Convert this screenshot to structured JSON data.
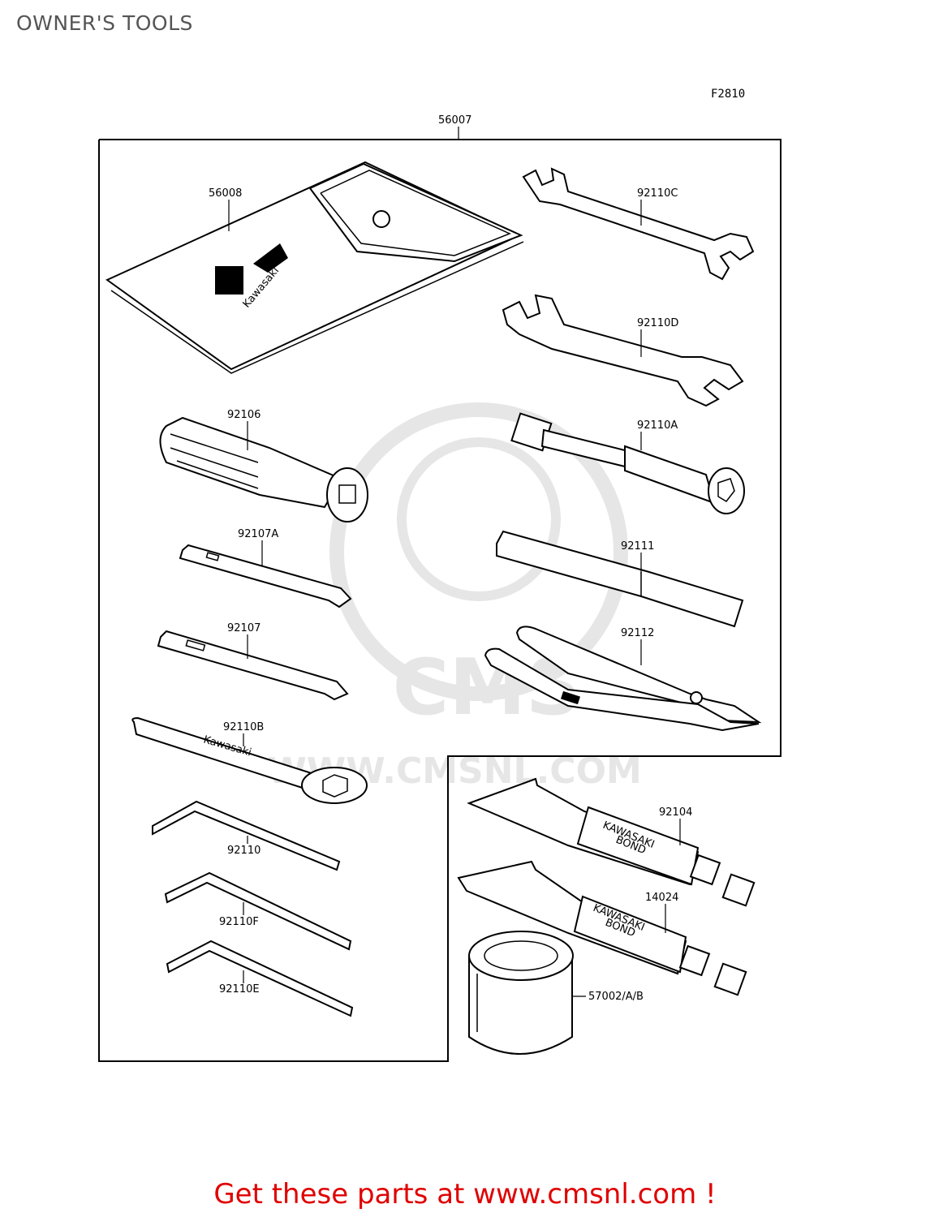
{
  "header": {
    "title": "OWNER'S TOOLS"
  },
  "diagram": {
    "figure_code": "F2810",
    "kit_ref": "56007",
    "parts": {
      "p56008": "56008",
      "p92110C": "92110C",
      "p92110D": "92110D",
      "p92106": "92106",
      "p92110A": "92110A",
      "p92107A": "92107A",
      "p92111": "92111",
      "p92107": "92107",
      "p92112": "92112",
      "p92110B": "92110B",
      "p92104": "92104",
      "p92110": "92110",
      "p14024": "14024",
      "p92110F": "92110F",
      "p92110E": "92110E",
      "p57002": "57002/A/B"
    },
    "pouch_brand": "Kawasaki",
    "tube_text_line1": "KAWASAKI",
    "tube_text_line2": "BOND",
    "wrench_stamp": "Kawasaki"
  },
  "watermark": {
    "text": "WWW.CMSNL.COM",
    "logo": "CMS"
  },
  "footer": {
    "text": "Get these parts at www.cmsnl.com !"
  },
  "colors": {
    "footer": "#e00000",
    "title": "#555555",
    "watermark": "#e6e6e6"
  }
}
